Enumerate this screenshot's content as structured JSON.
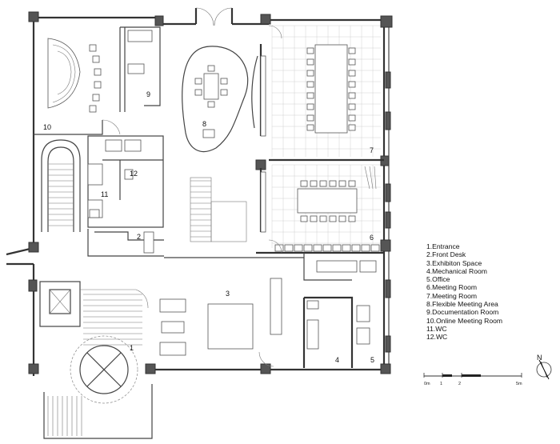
{
  "room_numbers": {
    "r1": "1",
    "r2": "2",
    "r3": "3",
    "r4": "4",
    "r5": "5",
    "r6": "6",
    "r7": "7",
    "r8": "8",
    "r9": "9",
    "r10": "10",
    "r11": "11",
    "r12": "12"
  },
  "legend": [
    "1.Entrance",
    "2.Front Desk",
    "3.Exhibiton Space",
    "4.Mechanical Room",
    "5.Office",
    "6.Meeting Room",
    "7.Meeting Room",
    "8.Flexible Meeting Area",
    "9.Documentation Room",
    "10.Online Meeting Room",
    "11.WC",
    "12.WC"
  ],
  "scale_bar": {
    "labels": [
      "0m",
      "1",
      "2",
      "5m"
    ]
  },
  "north_label": "N"
}
